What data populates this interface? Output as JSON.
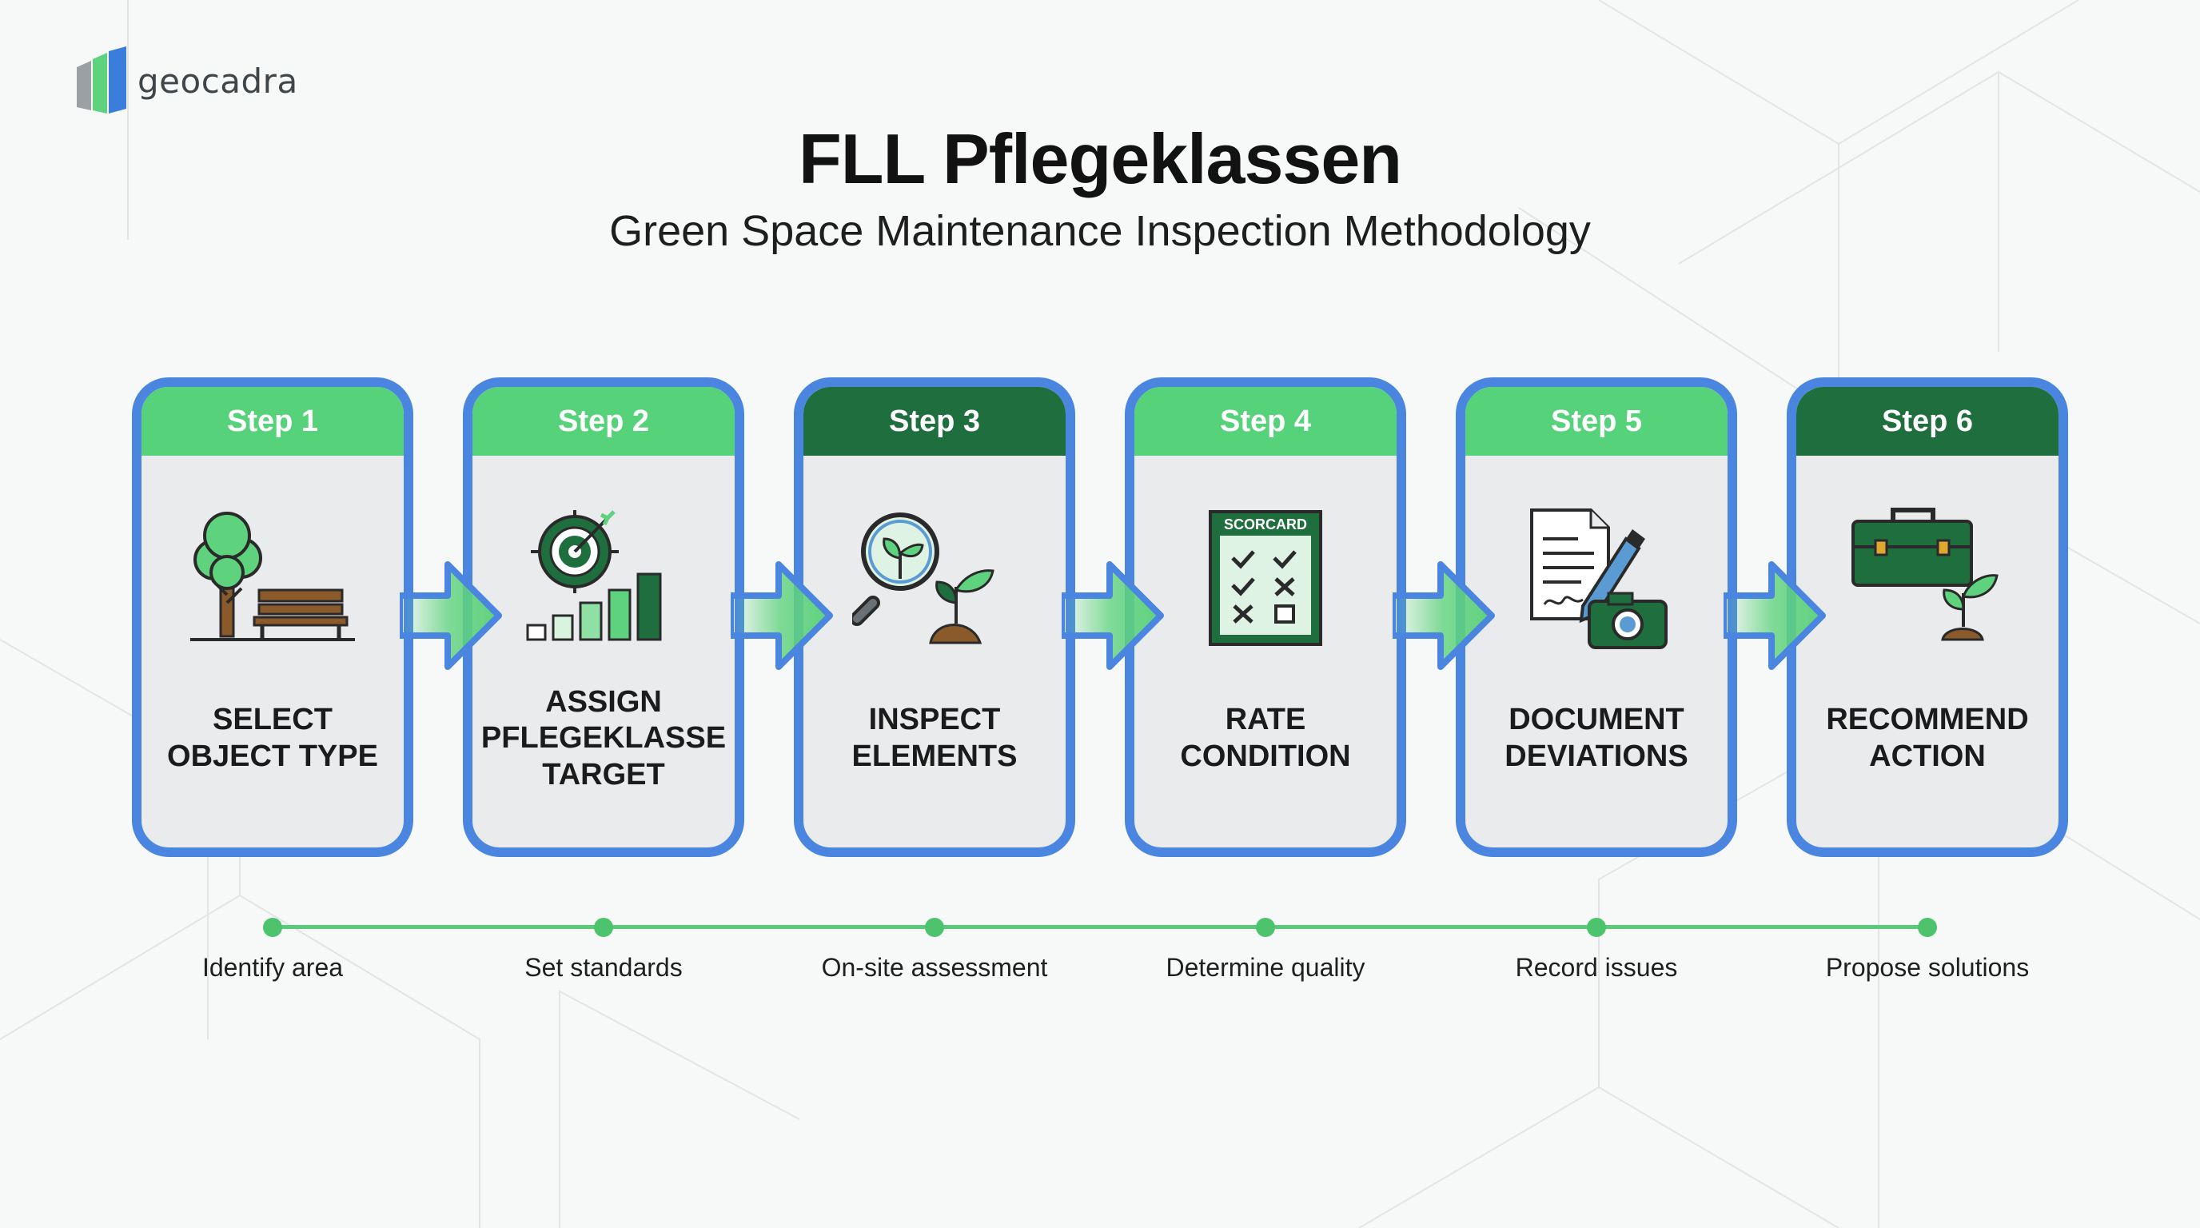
{
  "logo": {
    "text": "geocadra"
  },
  "title": "FLL Pflegeklassen",
  "subtitle": "Green Space Maintenance Inspection Methodology",
  "steps": [
    {
      "step": "Step 1",
      "label_lines": [
        "SELECT",
        "OBJECT TYPE"
      ],
      "caption": "Identify area",
      "icon": "tree-bench-icon",
      "header_style": "light"
    },
    {
      "step": "Step 2",
      "label_lines": [
        "ASSIGN",
        "PFLEGEKLASSE",
        "TARGET"
      ],
      "caption": "Set standards",
      "icon": "target-bars-icon",
      "header_style": "light"
    },
    {
      "step": "Step 3",
      "label_lines": [
        "INSPECT",
        "ELEMENTS"
      ],
      "caption": "On-site assessment",
      "icon": "magnifier-plant-icon",
      "header_style": "dark"
    },
    {
      "step": "Step 4",
      "label_lines": [
        "RATE",
        "CONDITION"
      ],
      "caption": "Determine quality",
      "icon": "scorecard-icon",
      "header_style": "light",
      "icon_text": "SCORCARD"
    },
    {
      "step": "Step 5",
      "label_lines": [
        "DOCUMENT",
        "DEVIATIONS"
      ],
      "caption": "Record issues",
      "icon": "document-camera-icon",
      "header_style": "light"
    },
    {
      "step": "Step 6",
      "label_lines": [
        "RECOMMEND",
        "ACTION"
      ],
      "caption": "Propose solutions",
      "icon": "toolbox-sprout-icon",
      "header_style": "dark"
    }
  ],
  "colors": {
    "card_border": "#4a85e0",
    "header_light": "#55d27a",
    "header_dark": "#1f6e3e",
    "timeline": "#5cc97a",
    "icon_dark_green": "#1f6e3e",
    "icon_light_green": "#5fd27d"
  }
}
